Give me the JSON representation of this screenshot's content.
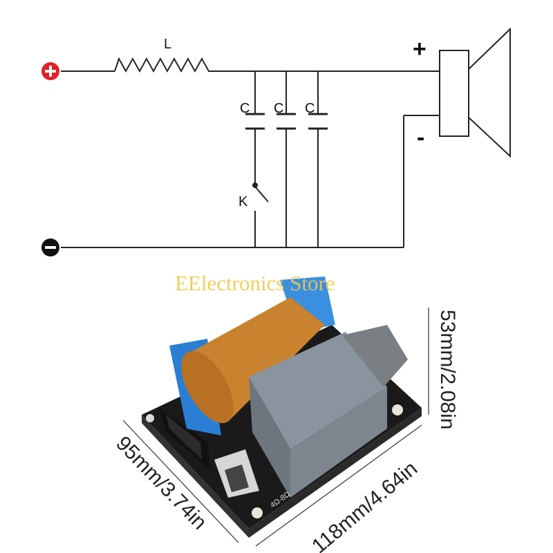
{
  "diagram": {
    "inductor_label": "L",
    "capacitor_labels": [
      "C",
      "C",
      "C"
    ],
    "switch_label": "K",
    "speaker_plus": "+",
    "speaker_minus": "-",
    "input_positive_icon": "plus-circle-icon",
    "input_negative_icon": "minus-circle-icon",
    "positive_color": "#e0202a",
    "negative_color": "#111111"
  },
  "watermark": "EElectronics Store",
  "product": {
    "board_marking": "4Ω-8Ω",
    "dimensions": {
      "height": "53mm/2.08in",
      "width": "95mm/3.74in",
      "length": "118mm/4.64in"
    }
  }
}
